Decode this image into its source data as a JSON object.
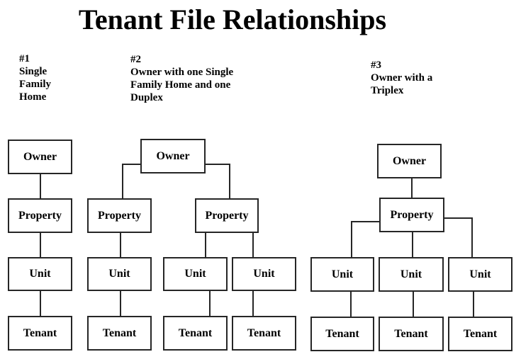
{
  "title": "Tenant File Relationships",
  "scenarios": [
    {
      "id": "#1",
      "caption_lines": [
        "#1",
        "Single",
        "Family",
        "Home"
      ]
    },
    {
      "id": "#2",
      "caption_lines": [
        "#2",
        "Owner with one Single",
        "Family Home and one",
        "Duplex"
      ]
    },
    {
      "id": "#3",
      "caption_lines": [
        "#3",
        "Owner with a",
        "Triplex"
      ]
    }
  ],
  "node_labels": {
    "owner": "Owner",
    "property": "Property",
    "unit": "Unit",
    "tenant": "Tenant"
  },
  "hierarchy": [
    {
      "scenario": "#1",
      "structure": "Owner > Property > Unit > Tenant"
    },
    {
      "scenario": "#2",
      "structure": "Owner > 2 Properties; Property 1 > Unit > Tenant; Property 2 > 2 Units, each Unit > Tenant"
    },
    {
      "scenario": "#3",
      "structure": "Owner > Property > 3 Units, each Unit > Tenant"
    }
  ],
  "colors": {
    "background": "#ffffff",
    "line": "#262626",
    "text": "#000000"
  }
}
